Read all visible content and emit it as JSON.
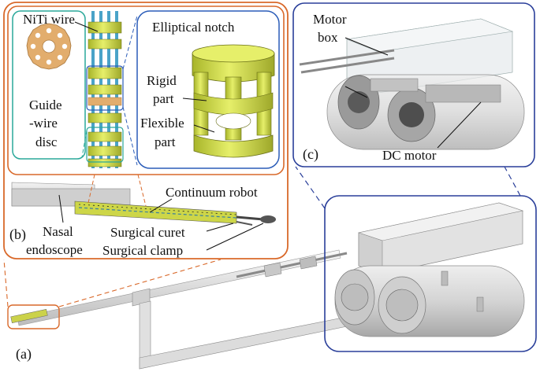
{
  "panels": {
    "a": "(a)",
    "b": "(b)",
    "c": "(c)"
  },
  "labels": {
    "niti_wire": "NiTi wire",
    "elliptical_notch": "Elliptical notch",
    "rigid_line1": "Rigid",
    "rigid_line2": "part",
    "flexible_line1": "Flexible",
    "flexible_line2": "part",
    "guide_line1": "Guide",
    "guide_line2": "-wire",
    "guide_line3": "disc",
    "continuum_robot": "Continuum robot",
    "nasal_line1": "Nasal",
    "nasal_line2": "endoscope",
    "surgical_curet": "Surgical curet",
    "surgical_clamp": "Surgical clamp",
    "motor_line1": "Motor",
    "motor_line2": "box",
    "dc_motor": "DC motor"
  },
  "colors": {
    "orange_frame": "#d9692a",
    "blue_frame": "#2a3f9a",
    "teal_frame": "#2aa89a",
    "robot_yellow": "#d6e04a",
    "robot_blue": "#4aa3c8",
    "disc_tan": "#e2ad6d",
    "grey_body": "#d8d8d8"
  }
}
